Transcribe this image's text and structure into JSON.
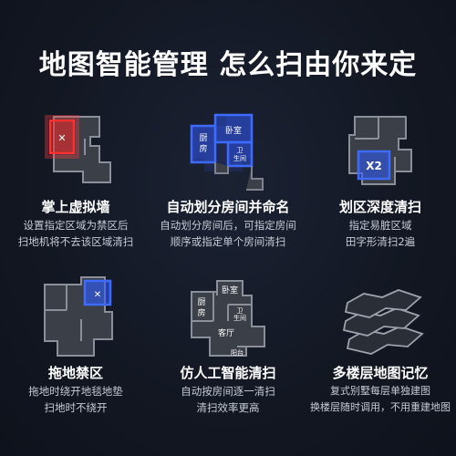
{
  "header": {
    "title": "地图智能管理  怎么扫由你来定"
  },
  "features": [
    {
      "name": "掌上虚拟墙",
      "desc": [
        "设置指定区域为禁区后",
        "扫地机将不去该区域清扫"
      ]
    },
    {
      "name": "自动划分房间并命名",
      "desc": [
        "自动划分房间后，可指定房间",
        "顺序或指定单个房间清扫"
      ],
      "rooms": {
        "bedroom": "卧室",
        "kitchen_1": "厨",
        "kitchen_2": "房",
        "bath_1": "卫",
        "bath_2": "生间"
      }
    },
    {
      "name": "划区深度清扫",
      "desc": [
        "指定易脏区域",
        "田字形清扫2遍"
      ],
      "badge": "X2"
    },
    {
      "name": "拖地禁区",
      "desc": [
        "拖地时绕开地毯地垫",
        "扫地时不绕开"
      ]
    },
    {
      "name": "仿人工智能清扫",
      "desc": [
        "自动按房间逐一清扫",
        "清扫效率更高"
      ],
      "rooms": {
        "bedroom": "卧室",
        "kitchen_1": "厨",
        "kitchen_2": "房",
        "bath_1": "卫",
        "bath_2": "生间",
        "living": "客厅",
        "balcony": "阳台"
      }
    },
    {
      "name": "多楼层地图记忆",
      "desc": [
        "复式别墅每层单独建图",
        "换楼层随时调用，不用重建地图"
      ]
    }
  ],
  "colors": {
    "red": "#ff2b2b",
    "blue": "#2f5bff",
    "floor": "#3b3f47",
    "wall": "#7d828c"
  },
  "icons": [
    "close-icon",
    "floor-map-icon",
    "layers-icon"
  ]
}
